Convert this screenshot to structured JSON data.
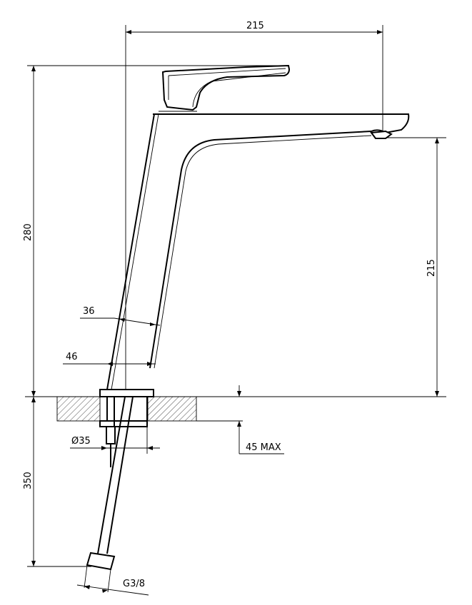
{
  "dimensions": {
    "top_width": "215",
    "left_height": "280",
    "right_height": "215",
    "body_width": "36",
    "base_width": "46",
    "hole_diameter": "Ø35",
    "counter_thickness": "45 MAX",
    "hose_length": "350",
    "thread": "G3/8"
  }
}
